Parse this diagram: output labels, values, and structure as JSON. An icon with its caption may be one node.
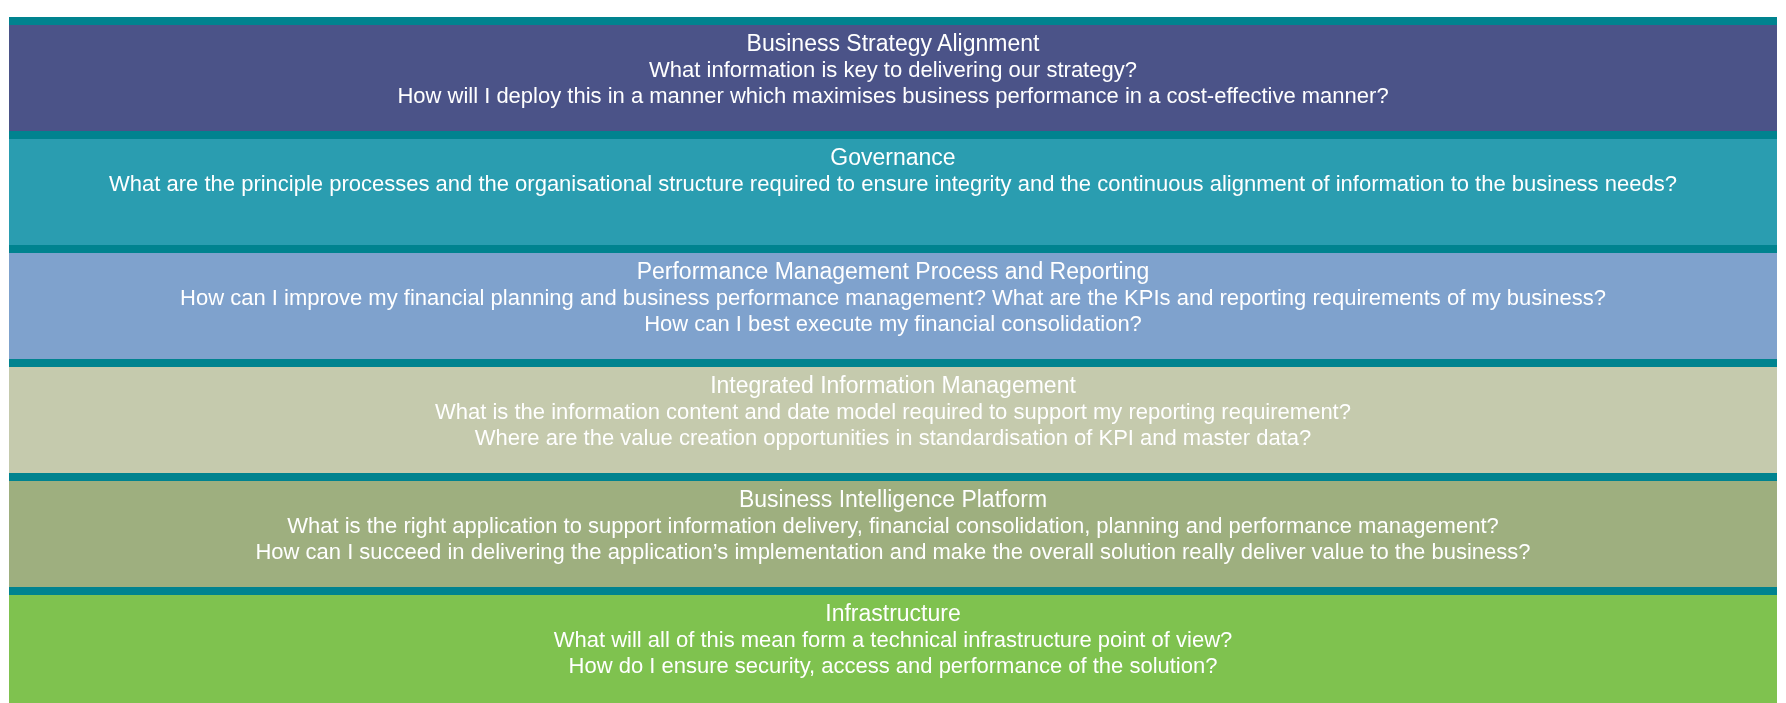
{
  "diagram": {
    "nodes": [
      {
        "text": [
          "Business Strategy Alignment",
          "What information is key to delivering our strategy?",
          "How will I deploy this in a manner which maximises business performance in a cost-effective manner?"
        ]
      },
      {
        "text": [
          "Governance",
          "What are the principle processes and the organisational structure required to ensure integrity and the continuous alignment of information to the business needs?"
        ]
      },
      {
        "text": [
          "Performance Management Process and Reporting",
          "How can I improve my financial planning and business performance management? What are the KPIs and reporting requirements of my business?",
          "How can I best execute my financial consolidation?"
        ]
      },
      {
        "text": [
          "Integrated Information Management",
          "What is the information content and date model required to support my reporting requirement?",
          "Where are the value creation opportunities in standardisation of KPI and master data?"
        ]
      },
      {
        "text": [
          "Business Intelligence Platform",
          "What is the right application to support information delivery, financial consolidation, planning and performance management?",
          "How can I succeed in delivering the application’s implementation and make the overall solution really deliver value to the business?"
        ]
      },
      {
        "text": [
          "Infrastructure",
          "What will all of this mean form a technical infrastructure point of view?",
          "How do I ensure security, access and performance of the solution?"
        ]
      }
    ]
  }
}
